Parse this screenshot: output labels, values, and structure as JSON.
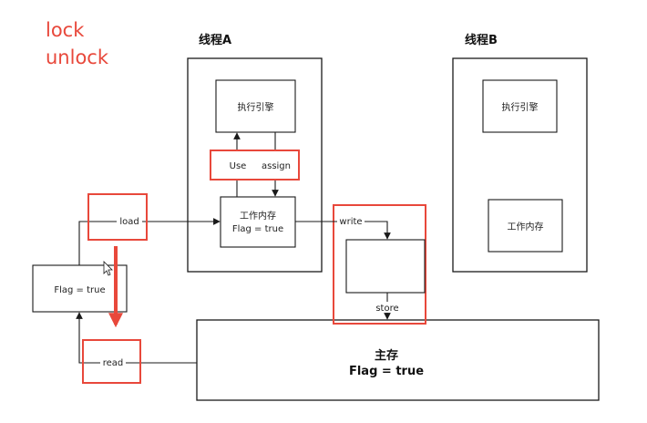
{
  "annotations": {
    "lock": "lock",
    "unlock": "unlock"
  },
  "thread_a": {
    "title": "线程A",
    "engine": "执行引擎",
    "working_memory_line1": "工作内存",
    "working_memory_line2": "Flag = true",
    "use_label": "Use",
    "assign_label": "assign"
  },
  "thread_b": {
    "title": "线程B",
    "engine": "执行引擎",
    "working_memory": "工作内存"
  },
  "main_memory": {
    "title": "主存",
    "flag": "Flag = true"
  },
  "left_box": {
    "flag": "Flag = true"
  },
  "operations": {
    "load": "load",
    "read": "read",
    "write": "write",
    "store": "store"
  },
  "colors": {
    "highlight": "#e8483b",
    "stroke": "#1a1a1a",
    "text": "#222222"
  }
}
